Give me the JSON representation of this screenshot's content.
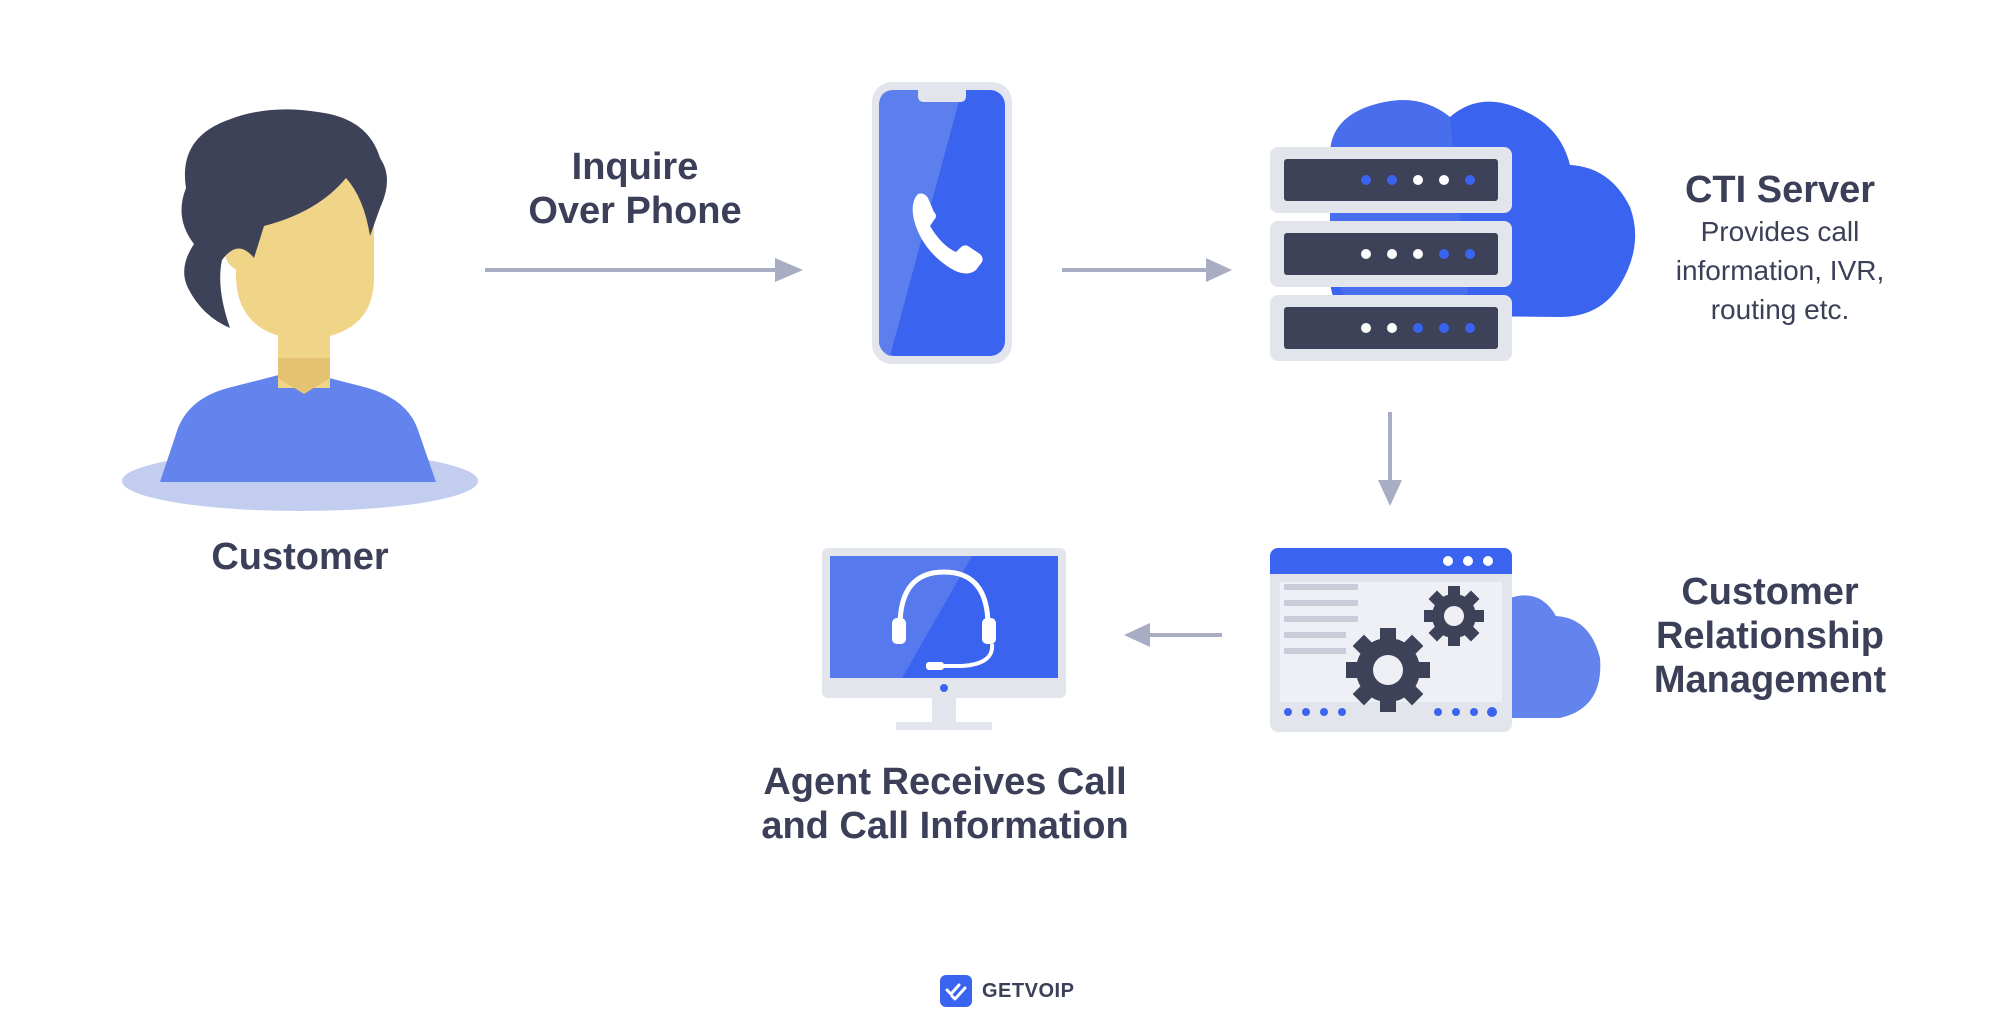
{
  "nodes": {
    "customer": {
      "label": "Customer"
    },
    "inquire": {
      "line1": "Inquire",
      "line2": "Over Phone"
    },
    "cti": {
      "title": "CTI Server",
      "desc1": "Provides call",
      "desc2": "information, IVR,",
      "desc3": "routing etc."
    },
    "crm": {
      "line1": "Customer",
      "line2": "Relationship",
      "line3": "Management"
    },
    "agent": {
      "line1": "Agent Receives Call",
      "line2": "and Call Information"
    }
  },
  "brand": {
    "name": "GETVOIP"
  },
  "colors": {
    "text": "#3b3f58",
    "blue": "#3a63f0",
    "light_blue": "#6384ec",
    "pale_blue": "#c2cdf0",
    "gray": "#e3e5ec",
    "arrow": "#a8adc4",
    "skin": "#f0d487",
    "hair": "#3e4259"
  },
  "icons": {
    "customer": "person-icon",
    "phone": "smartphone-icon",
    "server": "server-cloud-icon",
    "crm": "crm-window-gears-icon",
    "agent": "monitor-headset-icon",
    "brand": "check-badge-icon"
  }
}
